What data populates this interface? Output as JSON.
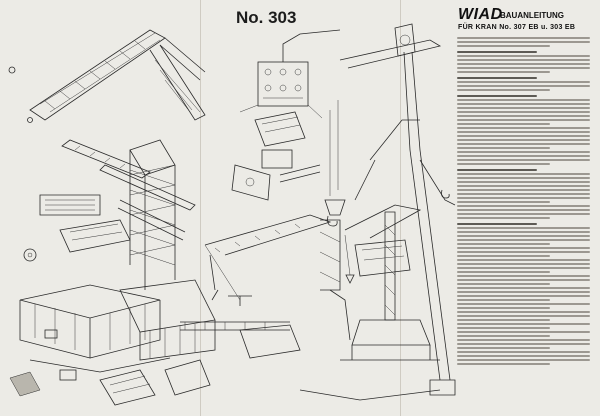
{
  "sheet": {
    "number": "No. 303",
    "brand": "WIAD",
    "brand_subtitle": "BAUANLEITUNG",
    "model_line": "FÜR KRAN No. 307 EB u. 303 EB"
  },
  "icons": [
    "crane-boom-drawing",
    "crane-tower-drawing",
    "control-box-drawing",
    "gear-assembly-drawing",
    "crane-base-drawing",
    "portal-crane-drawing",
    "hook-drawing"
  ]
}
